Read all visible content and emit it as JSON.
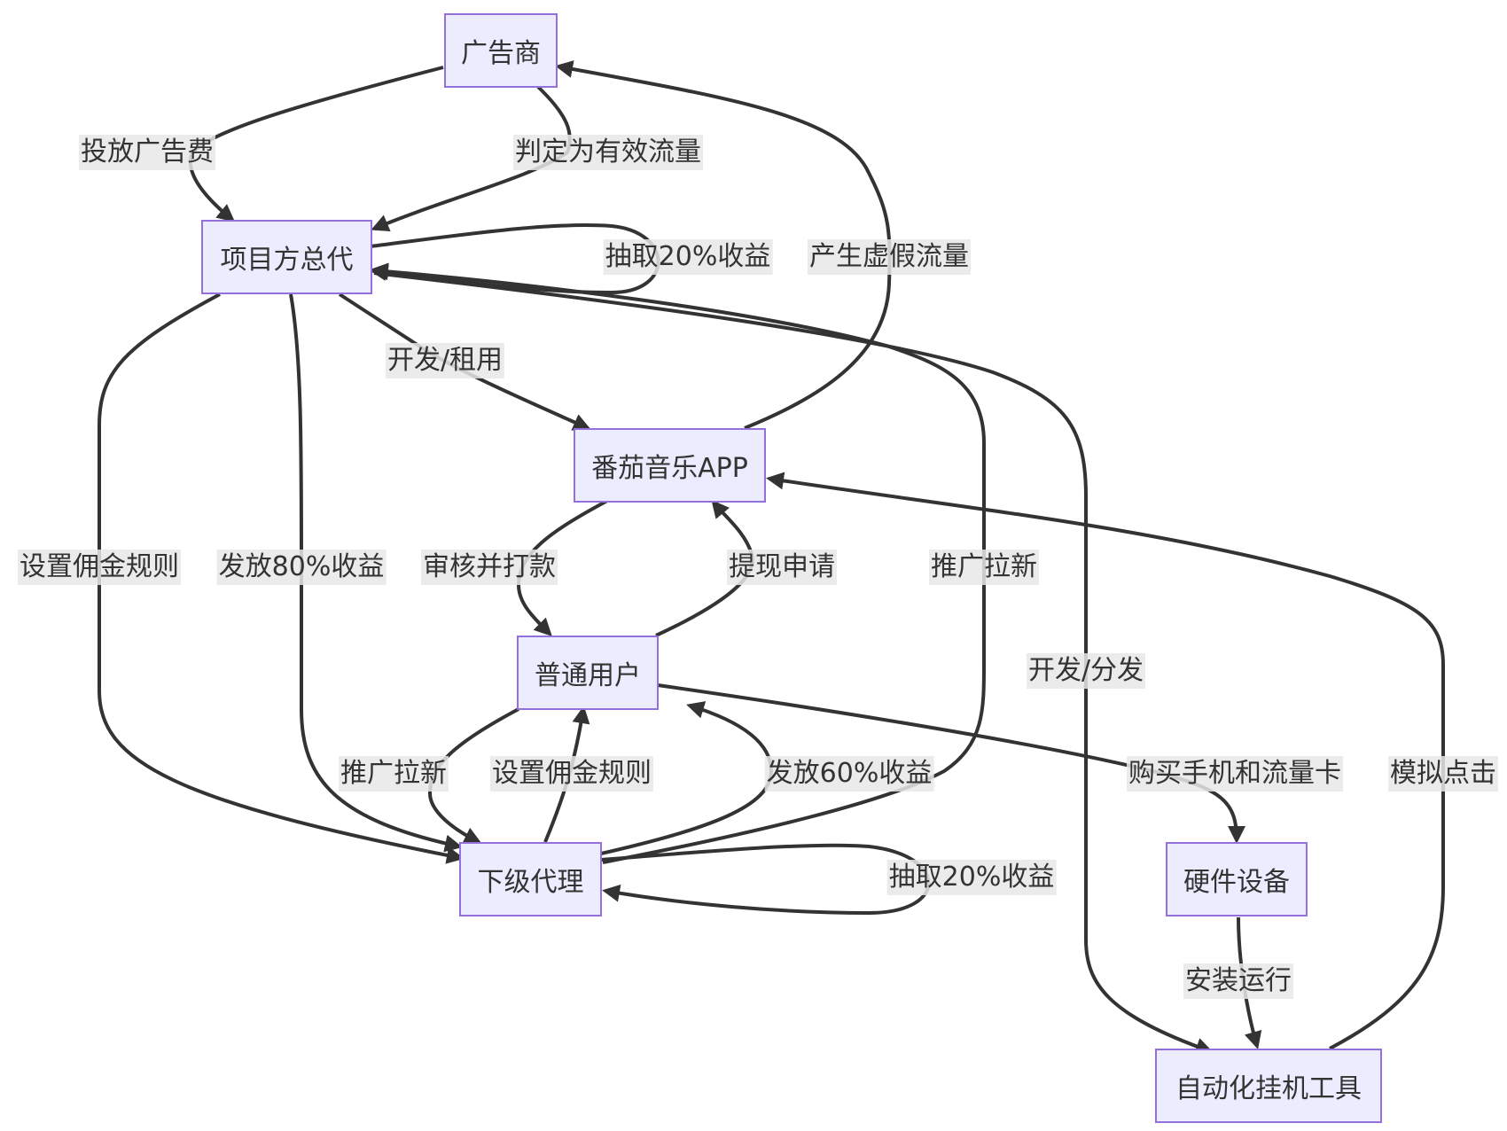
{
  "nodes": {
    "advertiser": "广告商",
    "project_agent": "项目方总代",
    "app": "番茄音乐APP",
    "normal_user": "普通用户",
    "sub_agent": "下级代理",
    "hardware": "硬件设备",
    "auto_tool": "自动化挂机工具"
  },
  "edges": {
    "place_ad_fee": "投放广告费",
    "valid_traffic": "判定为有效流量",
    "extract_20_top": "抽取20%收益",
    "fake_traffic": "产生虚假流量",
    "develop_rent": "开发/租用",
    "commission_rules_top": "设置佣金规则",
    "issue_80": "发放80%收益",
    "promote_top": "推广拉新",
    "review_pay": "审核并打款",
    "withdraw_request": "提现申请",
    "develop_distribute": "开发/分发",
    "simulate_click": "模拟点击",
    "promote_sub": "推广拉新",
    "commission_rules_sub": "设置佣金规则",
    "issue_60": "发放60%收益",
    "buy_phone_card": "购买手机和流量卡",
    "extract_20_sub": "抽取20%收益",
    "install_run": "安装运行"
  },
  "colors": {
    "node_fill": "#ECECFF",
    "node_border": "#9370DB",
    "edge": "#333333",
    "label_bg": "#E8E8E8"
  }
}
